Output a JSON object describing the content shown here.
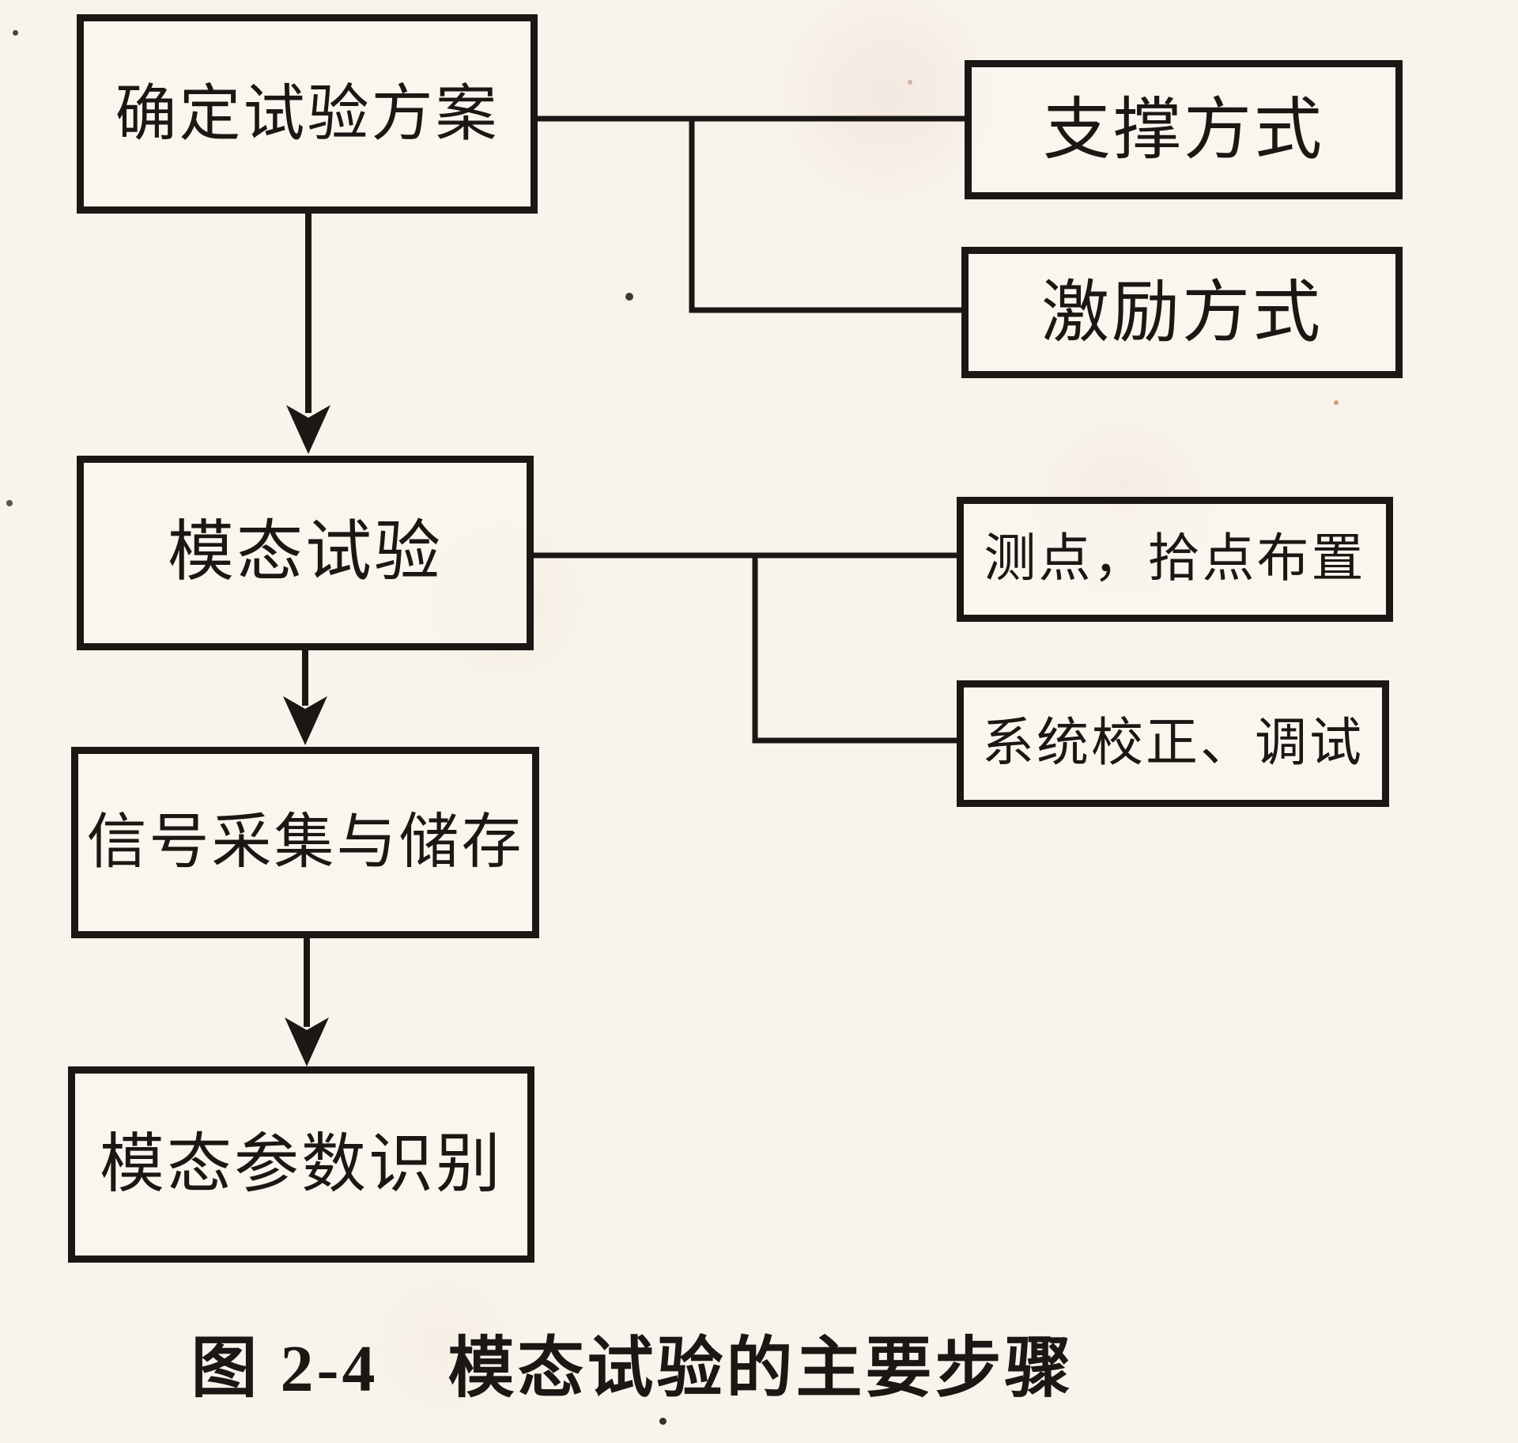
{
  "figure_caption": "图 2-4　模态试验的主要步骤",
  "flowchart": {
    "type": "flowchart",
    "main_steps": [
      {
        "label": "确定试验方案"
      },
      {
        "label": "模态试验"
      },
      {
        "label": "信号采集与储存"
      },
      {
        "label": "模态参数识别"
      }
    ],
    "branches": [
      {
        "label": "支撑方式",
        "from": "确定试验方案"
      },
      {
        "label": "激励方式",
        "from": "确定试验方案"
      },
      {
        "label": "测点，拾点布置",
        "from": "模态试验"
      },
      {
        "label": "系统校正、调试",
        "from": "模态试验"
      }
    ],
    "edges": [
      {
        "from": "确定试验方案",
        "to": "支撑方式",
        "style": "plain"
      },
      {
        "from": "确定试验方案",
        "to": "激励方式",
        "style": "plain"
      },
      {
        "from": "确定试验方案",
        "to": "模态试验",
        "style": "arrow"
      },
      {
        "from": "模态试验",
        "to": "测点，拾点布置",
        "style": "plain"
      },
      {
        "from": "模态试验",
        "to": "系统校正、调试",
        "style": "plain"
      },
      {
        "from": "模态试验",
        "to": "信号采集与储存",
        "style": "arrow"
      },
      {
        "from": "信号采集与储存",
        "to": "模态参数识别",
        "style": "arrow"
      }
    ],
    "colors": {
      "ink": "#1a1714",
      "paper": "#f8f4ec"
    }
  }
}
